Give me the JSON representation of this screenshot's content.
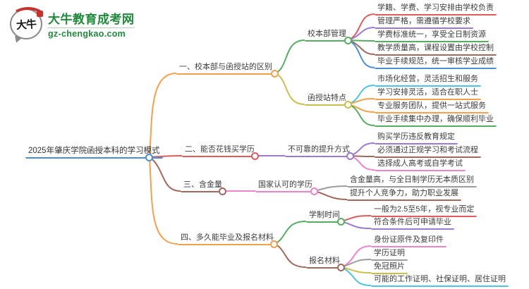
{
  "site": {
    "name": "大牛教育成考网",
    "domain": "gz-chengkao.com",
    "mark": "大牛",
    "brand_green": "#1e8a3a",
    "brand_red": "#c8312b"
  },
  "palette": {
    "blue": "#4a8fd3",
    "orange": "#f5a04b",
    "red": "#e05c5c",
    "brown": "#a2685c",
    "green": "#55ad5f",
    "olive": "#c8c04a",
    "purple": "#9d79d2",
    "cyan": "#4cc4e4",
    "pink": "#ee82cd",
    "gray": "#9c9c9c"
  },
  "mindmap": {
    "root": {
      "label": "2025年肇庆学院函授本科的学习模式",
      "color": "#4a8fd3"
    },
    "branches": [
      {
        "label": "一、校本部与函授站的区别",
        "color": "#f5a04b",
        "children": [
          {
            "label": "校本部管理",
            "color": "#55ad5f",
            "children": [
              {
                "label": "学籍、学费、学习安排由学校负责",
                "color": "#e05c5c"
              },
              {
                "label": "管理严格，需遵循学校要求",
                "color": "#9d79d2"
              },
              {
                "label": "学费标准统一，享受全日制资源",
                "color": "#55ad5f"
              },
              {
                "label": "教学质量高，课程设置由学校控制",
                "color": "#a2685c"
              },
              {
                "label": "毕业手续规范，统一审核学业成绩",
                "color": "#4a8fd3"
              }
            ]
          },
          {
            "label": "函授站特点",
            "color": "#c8c04a",
            "children": [
              {
                "label": "市场化经营，灵活招生和服务",
                "color": "#4cc4e4"
              },
              {
                "label": "学习安排灵活，适合在职人士",
                "color": "#f5a04b"
              },
              {
                "label": "专业服务团队，提供一站式服务",
                "color": "#f5a04b"
              },
              {
                "label": "毕业手续集中办理，确保顺利毕业",
                "color": "#55ad5f"
              }
            ]
          }
        ]
      },
      {
        "label": "二、能否花钱买学历",
        "color": "#e05c5c",
        "children": [
          {
            "label": "不可靠的提升方式",
            "color": "#9d79d2",
            "children": [
              {
                "label": "购买学历违反教育规定",
                "color": "#9d79d2"
              },
              {
                "label": "必须通过正规学习和考试流程",
                "color": "#a2685c"
              },
              {
                "label": "选择成人高考或自学考试",
                "color": "#ee82cd"
              }
            ]
          }
        ]
      },
      {
        "label": "三、含金量",
        "color": "#a2685c",
        "children": [
          {
            "label": "国家认可的学历",
            "color": "#ee82cd",
            "children": [
              {
                "label": "含金量高，与全日制学历无本质区别",
                "color": "#9c9c9c"
              },
              {
                "label": "提升个人竞争力，助力职业发展",
                "color": "#a2685c"
              }
            ]
          }
        ]
      },
      {
        "label": "四、多久能毕业及报名材料",
        "color": "#f5a04b",
        "children": [
          {
            "label": "学制时间",
            "color": "#55ad5f",
            "children": [
              {
                "label": "一般为2.5至5年，视专业而定",
                "color": "#e05c5c"
              },
              {
                "label": "符合条件后可申请毕业",
                "color": "#9d79d2"
              }
            ]
          },
          {
            "label": "报名材料",
            "color": "#a2685c",
            "children": [
              {
                "label": "身份证原件及复印件",
                "color": "#ee82cd"
              },
              {
                "label": "学历证明",
                "color": "#9c9c9c"
              },
              {
                "label": "免冠照片",
                "color": "#c8c04a"
              },
              {
                "label": "可能的工作证明、社保证明、居住证明",
                "color": "#4cc4e4"
              }
            ]
          }
        ]
      }
    ]
  }
}
